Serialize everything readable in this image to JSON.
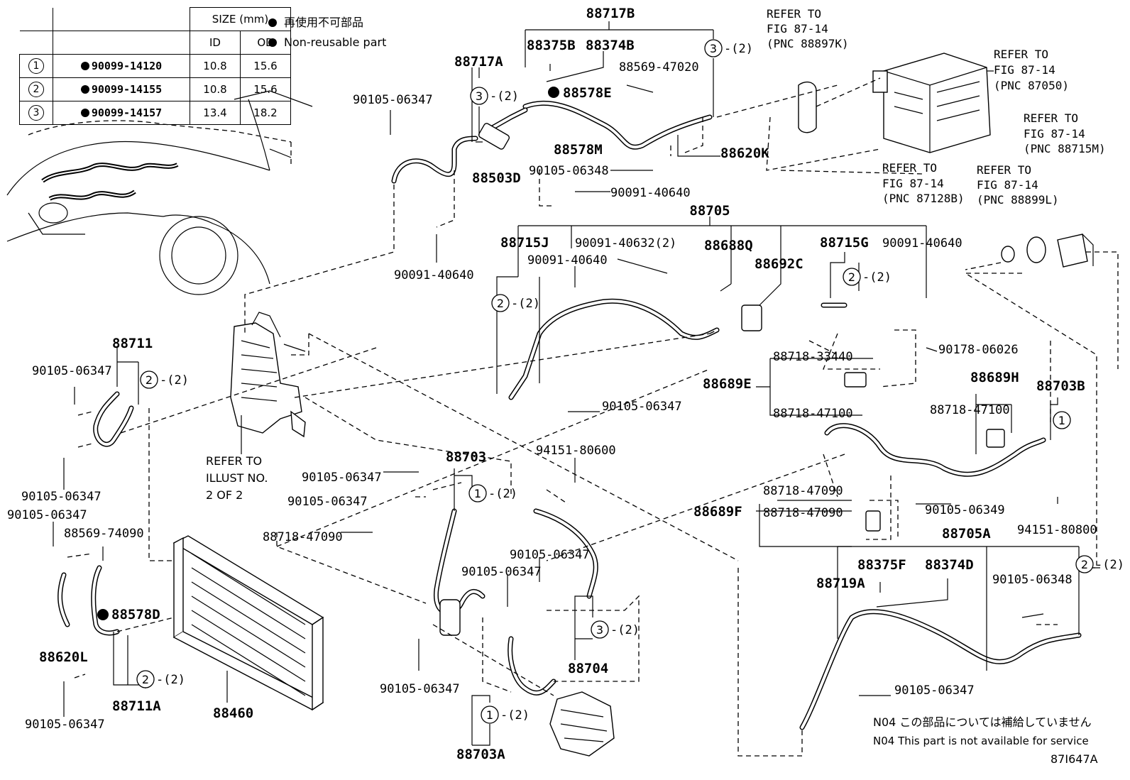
{
  "size_table": {
    "header": {
      "size": "SIZE (mm)",
      "id": "ID",
      "od": "OD"
    },
    "rows": [
      {
        "key": "1",
        "part": "90099-14120",
        "id": "10.8",
        "od": "15.6"
      },
      {
        "key": "2",
        "part": "90099-14155",
        "id": "10.8",
        "od": "15.6"
      },
      {
        "key": "3",
        "part": "90099-14157",
        "id": "13.4",
        "od": "18.2"
      }
    ]
  },
  "legend": {
    "jp": "再使用不可部品",
    "en": "Non-reusable part"
  },
  "refs": {
    "r88897k": [
      "REFER TO",
      "FIG 87-14",
      "(PNC 88897K)"
    ],
    "r87050": [
      "REFER TO",
      "FIG 87-14",
      "(PNC 87050)"
    ],
    "r88715m": [
      "REFER TO",
      "FIG 87-14",
      "(PNC 88715M)"
    ],
    "r87128b": [
      "REFER TO",
      "FIG 87-14",
      "(PNC 87128B)"
    ],
    "r88899l": [
      "REFER TO",
      "FIG 87-14",
      "(PNC 88899L)"
    ],
    "illust": [
      "REFER TO",
      "ILLUST NO.",
      "2 OF 2"
    ]
  },
  "parts": {
    "p88717b": "88717B",
    "p88717a": "88717A",
    "p88375b": "88375B",
    "p88374b": "88374B",
    "p88569_47020": "88569-47020",
    "p88578e": "88578E",
    "p88578m": "88578M",
    "p88503d": "88503D",
    "p88620k": "88620K",
    "b90105_06348a": "90105-06348",
    "b90091_40640a": "90091-40640",
    "b90105_06347a": "90105-06347",
    "b90091_40640b": "90091-40640",
    "p88705": "88705",
    "p88715j": "88715J",
    "b90091_40632": "90091-40632(2)",
    "p88688q": "88688Q",
    "p88692c": "88692C",
    "p88715g": "88715G",
    "b90091_40640c": "90091-40640",
    "b90091_40640d": "90091-40640",
    "b90178_06026": "90178-06026",
    "p88718_33440": "88718-33440",
    "p88689e": "88689E",
    "p88718_47100a": "88718-47100",
    "b90105_06347b": "90105-06347",
    "p88689h": "88689H",
    "p88703b": "88703B",
    "p88718_47100b": "88718-47100",
    "p88711": "88711",
    "b90105_06347c": "90105-06347",
    "b90105_06347d": "90105-06347",
    "b90105_06347e": "90105-06347",
    "p88569_74090": "88569-74090",
    "p88578d": "88578D",
    "p88620l": "88620L",
    "b90105_06347f": "90105-06347",
    "p88711a": "88711A",
    "p88460": "88460",
    "p94151_80600": "94151-80600",
    "p88703": "88703",
    "b90105_06347g": "90105-06347",
    "b90105_06347h": "90105-06347",
    "p88718_47090a": "88718-47090",
    "b90105_06347i": "90105-06347",
    "b90105_06347j": "90105-06347",
    "p88704": "88704",
    "b90105_06347k": "90105-06347",
    "p88703a": "88703A",
    "p88718_47090b": "88718-47090",
    "p88689f": "88689F",
    "p88718_47090c": "88718-47090",
    "b90105_06349": "90105-06349",
    "p94151_80800": "94151-80800",
    "p88705a": "88705A",
    "p88375f": "88375F",
    "p88374d": "88374D",
    "p88719a": "88719A",
    "b90105_06348b": "90105-06348",
    "b90105_06347l": "90105-06347"
  },
  "qty": {
    "q2": "-(2)"
  },
  "circled": {
    "one": "1",
    "two": "2",
    "three": "3"
  },
  "notes": {
    "jp": "N04 この部品については補給していません",
    "en": "N04 This part is not available for service",
    "code": "87I647A"
  }
}
